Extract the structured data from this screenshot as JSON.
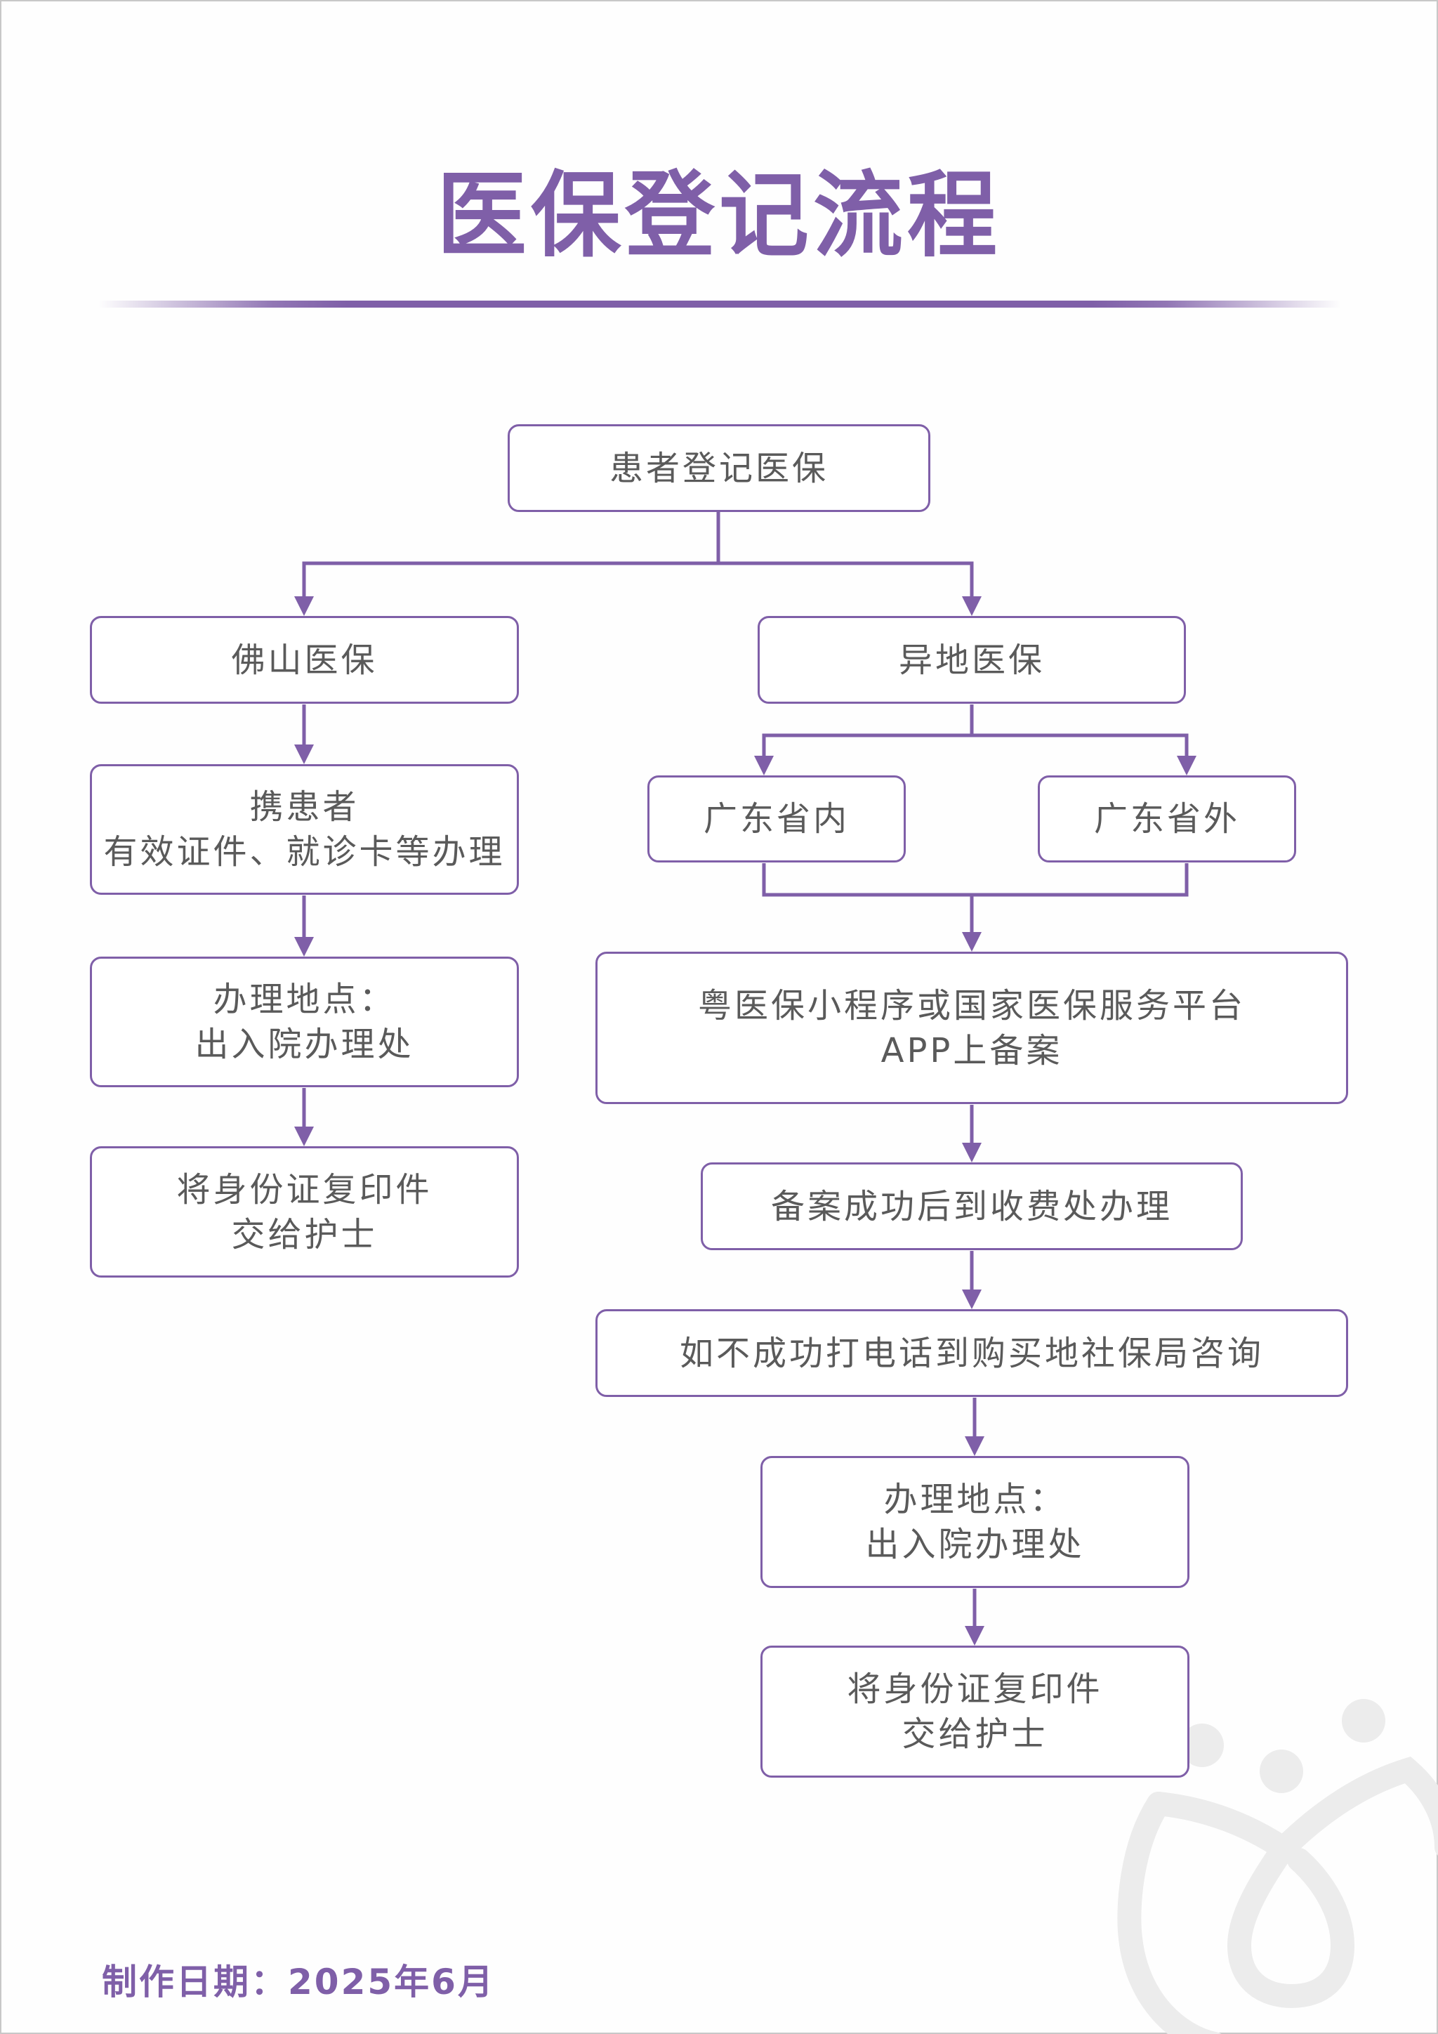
{
  "title": "医保登记流程",
  "colors": {
    "accent": "#7f5fa8",
    "text": "#5a5a5a",
    "watermark": "#ececec"
  },
  "nodes": {
    "root": {
      "lines": [
        "患者登记医保"
      ]
    },
    "foshan": {
      "header": {
        "lines": [
          "佛山医保"
        ]
      },
      "step1": {
        "lines": [
          "携患者",
          "有效证件、就诊卡等办理"
        ]
      },
      "step2": {
        "lines": [
          "办理地点：",
          "出入院办理处"
        ]
      },
      "step3": {
        "lines": [
          "将身份证复印件",
          "交给护士"
        ]
      }
    },
    "nonlocal": {
      "header": {
        "lines": [
          "异地医保"
        ]
      },
      "in_province": {
        "lines": [
          "广东省内"
        ]
      },
      "out_province": {
        "lines": [
          "广东省外"
        ]
      },
      "step1": {
        "lines": [
          "粤医保小程序或国家医保服务平台",
          "APP上备案"
        ]
      },
      "step2": {
        "lines": [
          "备案成功后到收费处办理"
        ]
      },
      "step3": {
        "lines": [
          "如不成功打电话到购买地社保局咨询"
        ]
      },
      "step4": {
        "lines": [
          "办理地点：",
          "出入院办理处"
        ]
      },
      "step5": {
        "lines": [
          "将身份证复印件",
          "交给护士"
        ]
      }
    }
  },
  "edges": [
    {
      "from": "root",
      "to": "foshan.header"
    },
    {
      "from": "root",
      "to": "nonlocal.header"
    },
    {
      "from": "foshan.header",
      "to": "foshan.step1"
    },
    {
      "from": "foshan.step1",
      "to": "foshan.step2"
    },
    {
      "from": "foshan.step2",
      "to": "foshan.step3"
    },
    {
      "from": "nonlocal.header",
      "to": "nonlocal.in_province"
    },
    {
      "from": "nonlocal.header",
      "to": "nonlocal.out_province"
    },
    {
      "from": "nonlocal.in_province",
      "to": "nonlocal.step1"
    },
    {
      "from": "nonlocal.out_province",
      "to": "nonlocal.step1"
    },
    {
      "from": "nonlocal.step1",
      "to": "nonlocal.step2"
    },
    {
      "from": "nonlocal.step2",
      "to": "nonlocal.step3"
    },
    {
      "from": "nonlocal.step3",
      "to": "nonlocal.step4"
    },
    {
      "from": "nonlocal.step4",
      "to": "nonlocal.step5"
    }
  ],
  "footer": {
    "label": "制作日期：",
    "date": "2025年6月"
  },
  "watermark_icon": "flower-logo-icon"
}
